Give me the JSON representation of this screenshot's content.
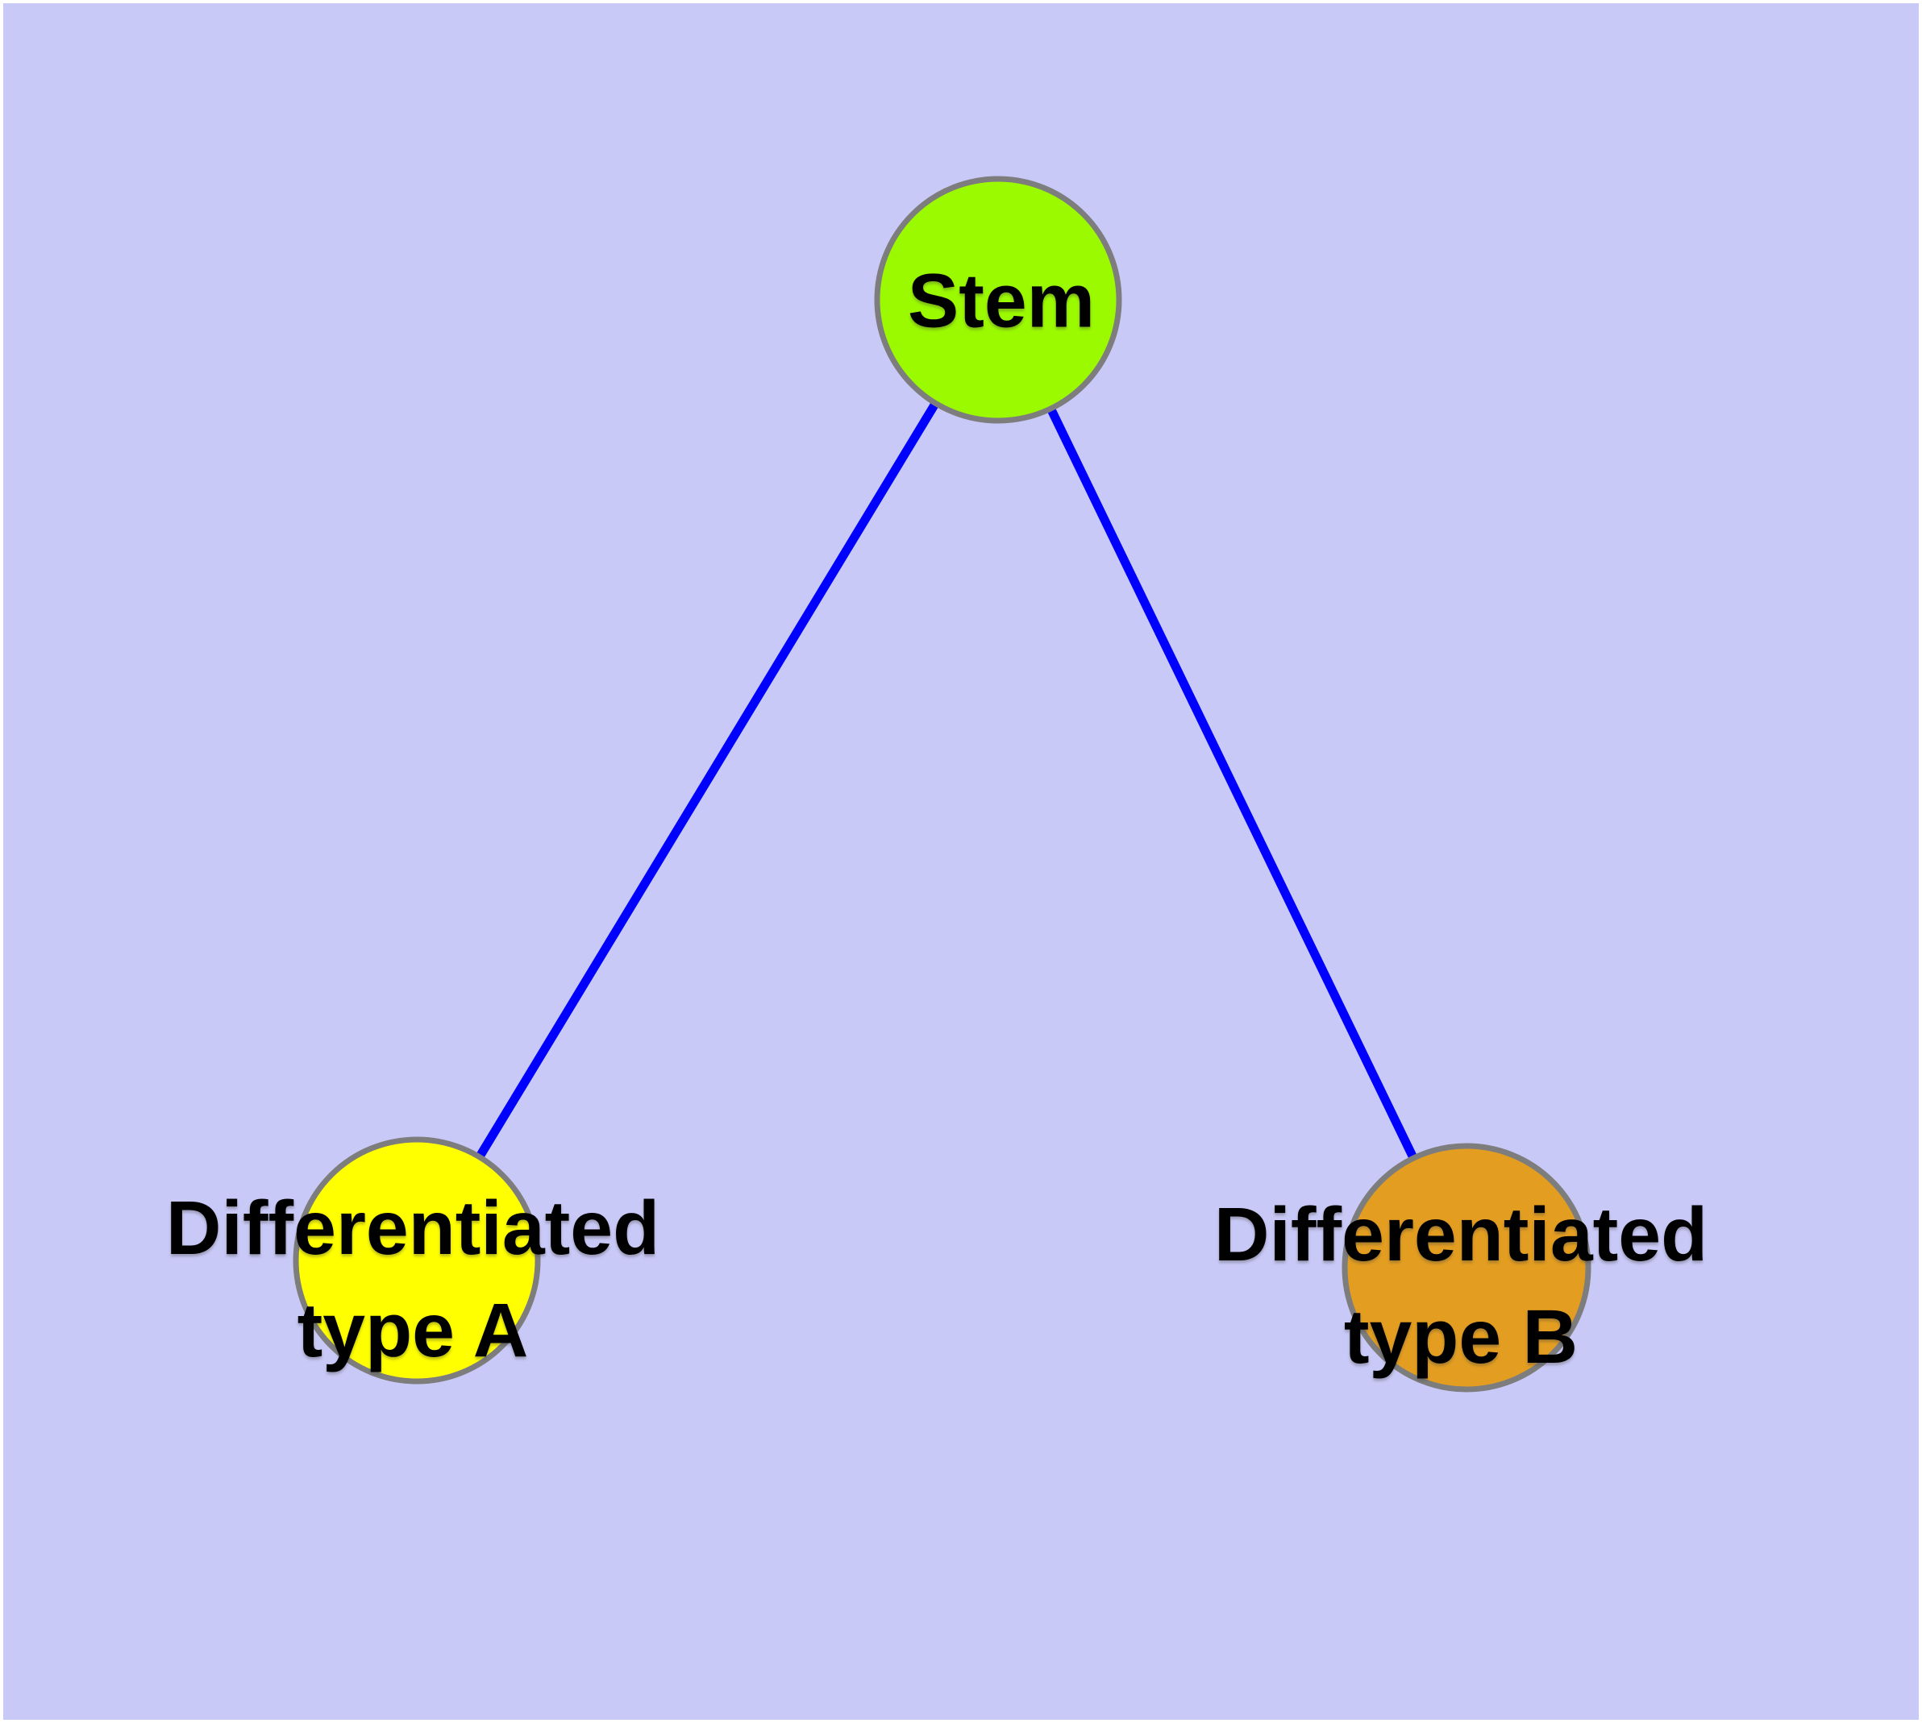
{
  "diagram": {
    "background_color": "#C9C9F7",
    "frame_color": "#FFFFFF",
    "edge_color": "#0000FF",
    "node_border_color": "#7D7D7D",
    "text_color": "#000000",
    "nodes": [
      {
        "id": "stem",
        "label": "Stem",
        "label_line1": "Stem",
        "label_line2": "",
        "color": "#9BFA00"
      },
      {
        "id": "type-a",
        "label": "Differentiated type A",
        "label_line1": "Differentiated",
        "label_line2": "type A",
        "color": "#FFFF00"
      },
      {
        "id": "type-b",
        "label": "Differentiated type B",
        "label_line1": "Differentiated",
        "label_line2": "type B",
        "color": "#E39E21"
      }
    ],
    "edges": [
      {
        "from": "Stem",
        "to": "Differentiated type A"
      },
      {
        "from": "Stem",
        "to": "Differentiated type B"
      }
    ]
  }
}
